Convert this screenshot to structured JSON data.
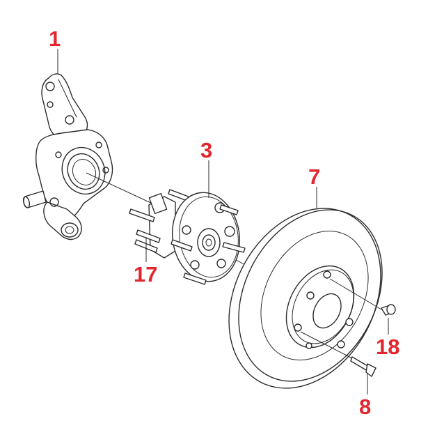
{
  "diagram": {
    "accent_color": "#e3262d",
    "callouts": [
      {
        "id": "knuckle",
        "label": "1"
      },
      {
        "id": "hub",
        "label": "3"
      },
      {
        "id": "disc",
        "label": "7"
      },
      {
        "id": "screw",
        "label": "8"
      },
      {
        "id": "stud",
        "label": "17"
      },
      {
        "id": "plug",
        "label": "18"
      }
    ]
  }
}
